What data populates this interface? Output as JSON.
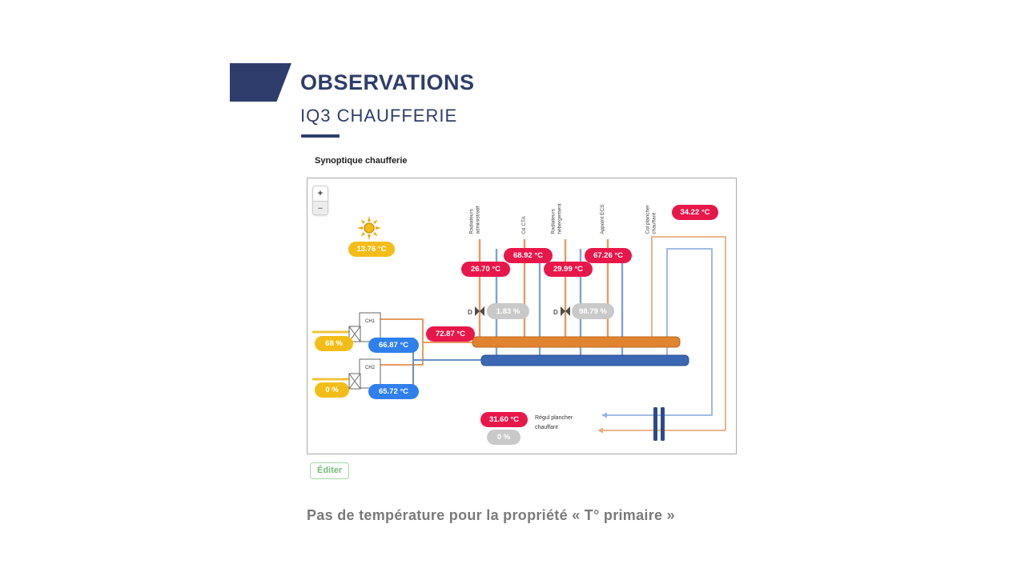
{
  "header": {
    "title": "OBSERVATIONS",
    "subtitle": "IQ3 CHAUFFERIE"
  },
  "synoptic": {
    "section_label": "Synoptique chaufferie",
    "zoom": {
      "in": "+",
      "out": "−"
    },
    "edit_button": "Éditer",
    "circuits": [
      "Radiateurs administratif",
      "Cd CTA",
      "Radiateurs hébergement",
      "Appoint ECS",
      "Col plancher chauffant"
    ],
    "outdoor": {
      "temp": "13.76 °C"
    },
    "boilers": [
      {
        "name": "CH1",
        "modulation": "68 %",
        "temp": "66.87 °C"
      },
      {
        "name": "CH2",
        "modulation": "0 %",
        "temp": "65.72 °C"
      }
    ],
    "supply_temp": "72.87 °C",
    "circuit_temps": {
      "rad_admin_return": "26.70 °C",
      "cta_supply": "68.92 °C",
      "rad_heberg_return": "29.99 °C",
      "appoint_ecs_supply": "67.26 °C",
      "plancher_supply": "34.22 °C"
    },
    "valves": [
      {
        "icon_letter": "D",
        "opening": "1.83 %"
      },
      {
        "icon_letter": "D",
        "opening": "98.79 %"
      }
    ],
    "floor_regulation": {
      "label": "Régul plancher chauffant",
      "temp": "31.60 °C",
      "opening": "0 %"
    }
  },
  "footer_message": "Pas de température pour la propriété « T° primaire »",
  "colors": {
    "navy": "#2e3d6b",
    "badge_red": "#e8174a",
    "badge_blue": "#2f80ed",
    "badge_yellow": "#f2bd18",
    "badge_gray": "#c9c9c9",
    "pipe_orange": "#e89a62",
    "pipe_blue": "#7fa3d4",
    "collector_orange": "#e08430",
    "collector_blue": "#3b67b3",
    "edit_green": "#76b87a"
  }
}
